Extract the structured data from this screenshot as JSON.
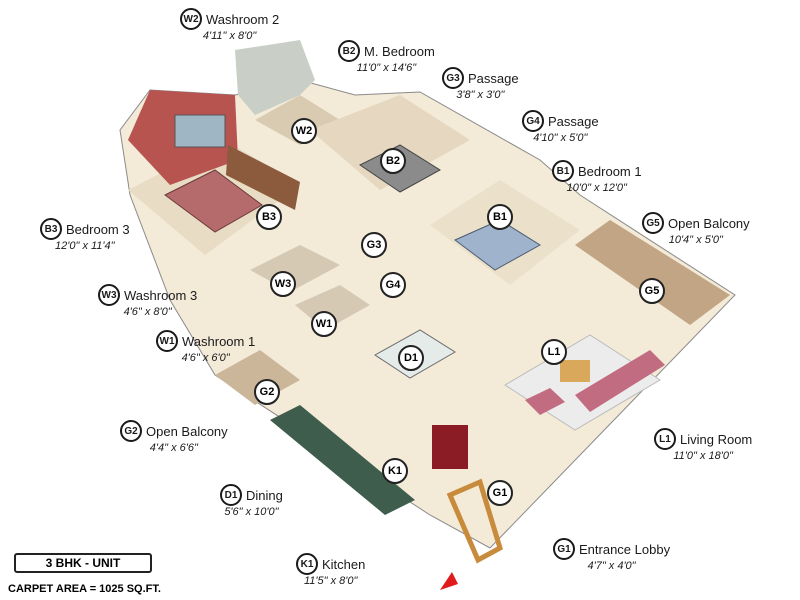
{
  "rooms": [
    {
      "code": "W2",
      "name": "Washroom 2",
      "dims": "4'11\" x 8'0\""
    },
    {
      "code": "B2",
      "name": "M. Bedroom",
      "dims": "11'0\" x 14'6\""
    },
    {
      "code": "G3",
      "name": "Passage",
      "dims": "3'8\" x 3'0\""
    },
    {
      "code": "G4",
      "name": "Passage",
      "dims": "4'10\" x 5'0\""
    },
    {
      "code": "B1",
      "name": "Bedroom 1",
      "dims": "10'0\" x 12'0\""
    },
    {
      "code": "G5",
      "name": "Open Balcony",
      "dims": "10'4\" x 5'0\""
    },
    {
      "code": "B3",
      "name": "Bedroom 3",
      "dims": "12'0\" x 11'4\""
    },
    {
      "code": "W3",
      "name": "Washroom 3",
      "dims": "4'6\" x 8'0\""
    },
    {
      "code": "W1",
      "name": "Washroom 1",
      "dims": "4'6\" x 6'0\""
    },
    {
      "code": "G2",
      "name": "Open Balcony",
      "dims": "4'4\" x 6'6\""
    },
    {
      "code": "L1",
      "name": "Living Room",
      "dims": "11'0\" x 18'0\""
    },
    {
      "code": "D1",
      "name": "Dining",
      "dims": "5'6\" x 10'0\""
    },
    {
      "code": "K1",
      "name": "Kitchen",
      "dims": "11'5\" x 8'0\""
    },
    {
      "code": "G1",
      "name": "Entrance Lobby",
      "dims": "4'7\" x 4'0\""
    }
  ],
  "unit_type": "3 BHK - UNIT",
  "carpet_area": "CARPET AREA = 1025 SQ.FT.",
  "colors": {
    "floor": "#f3ead8",
    "wall": "#f7f7f5",
    "wall_side": "#cfcfcf",
    "accent_wall": "#b85450",
    "entry_arrow": "#e01b1b"
  }
}
